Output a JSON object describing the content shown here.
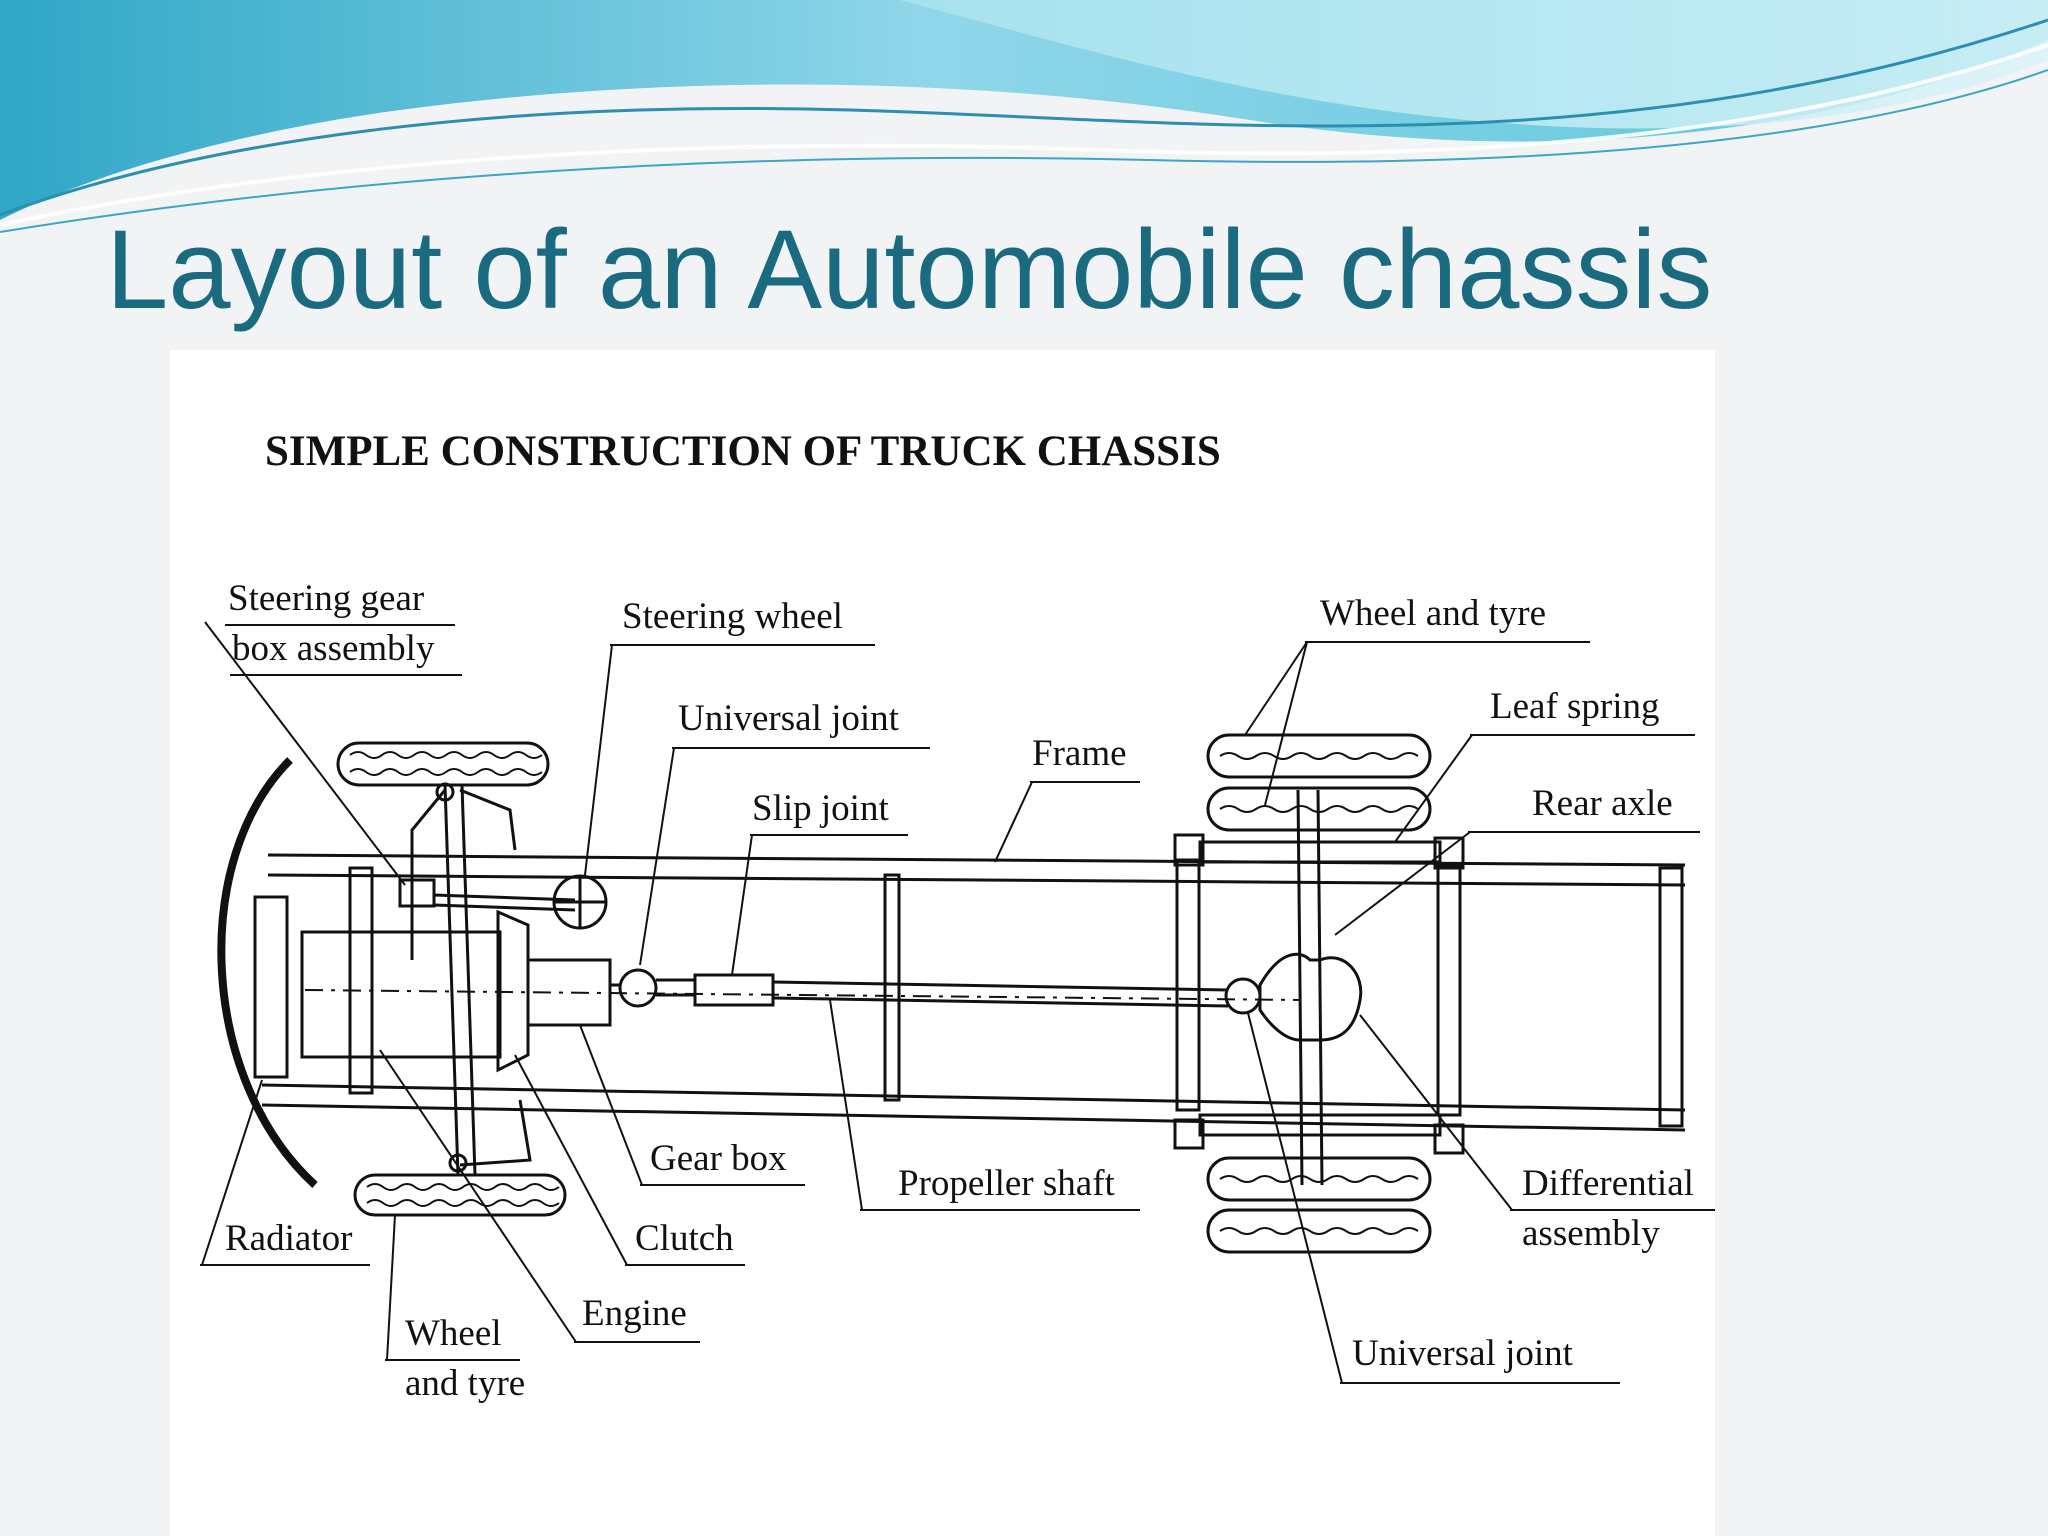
{
  "slide": {
    "title": "Layout of an Automobile chassis"
  },
  "figure": {
    "heading": "SIMPLE CONSTRUCTION OF TRUCK CHASSIS",
    "labels": {
      "steering_gear_1": "Steering gear",
      "steering_gear_2": "box assembly",
      "steering_wheel": "Steering wheel",
      "universal_joint_front": "Universal joint",
      "slip_joint": "Slip joint",
      "frame": "Frame",
      "wheel_tyre_rear": "Wheel and tyre",
      "leaf_spring": "Leaf spring",
      "rear_axle": "Rear axle",
      "gear_box": "Gear box",
      "propeller_shaft": "Propeller shaft",
      "differential_1": "Differential",
      "differential_2": "assembly",
      "radiator": "Radiator",
      "clutch": "Clutch",
      "engine": "Engine",
      "wheel_tyre_front_1": "Wheel",
      "wheel_tyre_front_2": "and tyre",
      "universal_joint_rear": "Universal joint"
    }
  },
  "colors": {
    "title": "#1a6b80",
    "banner_light": "#9fe3ee",
    "banner_dark": "#2fa7c6"
  }
}
